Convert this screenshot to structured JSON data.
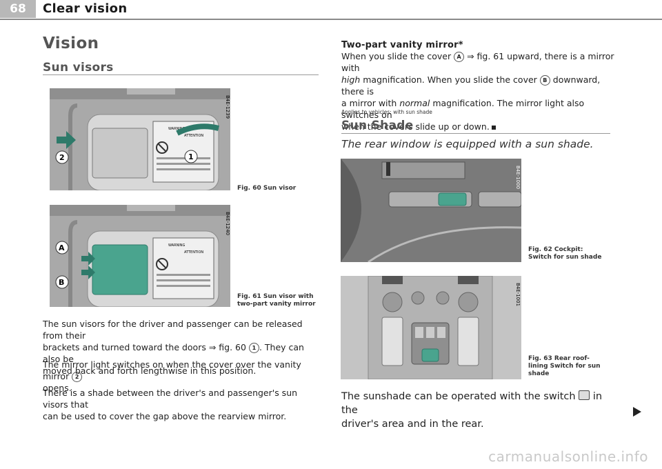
{
  "header": {
    "page_number": "68",
    "section_title": "Clear vision"
  },
  "left": {
    "heading": "Vision",
    "subheading": "Sun visors",
    "fig60": {
      "code": "B4E-1239",
      "caption": "Fig. 60  Sun visor",
      "label_warning": "WARNING",
      "label_attention": "ATTENTION",
      "marker_1": "1",
      "marker_2": "2"
    },
    "fig61": {
      "code": "B4E-1240",
      "caption_line1": "Fig. 61  Sun visor with",
      "caption_line2": "two-part vanity mirror",
      "label_warning": "WARNING",
      "label_attention": "ATTENTION",
      "marker_a": "A",
      "marker_b": "B"
    },
    "p1_line1": "The sun visors for the driver and passenger can be released from their",
    "p1_line2": "brackets and turned toward the doors ⇒ fig. 60",
    "p1_marker": "1",
    "p1_line2b": ". They can also be",
    "p1_line3": "moved back and forth lengthwise in this position.",
    "p2_line1": "The mirror light switches on when the cover over the vanity mirror",
    "p2_marker": "2",
    "p2_line2": "opens.",
    "p3_line1": "There is a shade between the driver's and passenger's sun visors that",
    "p3_line2": "can be used to cover the gap above the rearview mirror."
  },
  "right": {
    "mirror_heading": "Two-part vanity mirror*",
    "m_line1a": "When you slide the cover",
    "m_marker_a": "A",
    "m_line1b": "⇒ fig. 61 upward, there is a mirror with",
    "m_line2_italic": "high",
    "m_line2a": " magnification. When you slide the cover",
    "m_marker_b": "B",
    "m_line2b": " downward, there is",
    "m_line3a": "a mirror with ",
    "m_line3_italic": "normal",
    "m_line3b": " magnification. The mirror light also switches on",
    "m_line4": "when the covers slide up or down.",
    "applies": "Applies to vehicles: with sun shade",
    "shade_heading": "Sun Shade",
    "shade_lead": "The rear window is equipped with a sun shade.",
    "fig62": {
      "code": "B4E-1000",
      "caption_line1": "Fig. 62  Cockpit:",
      "caption_line2": "Switch for sun shade"
    },
    "fig63": {
      "code": "B4E-1001",
      "caption_line1": "Fig. 63  Rear roof-",
      "caption_line2": "lining Switch for sun",
      "caption_line3": "shade"
    },
    "final_line1a": "The sunshade can be operated with the switch",
    "final_line1b": " in the",
    "final_line2": "driver's area and in the rear."
  },
  "watermark": "carmanualsonline.info"
}
